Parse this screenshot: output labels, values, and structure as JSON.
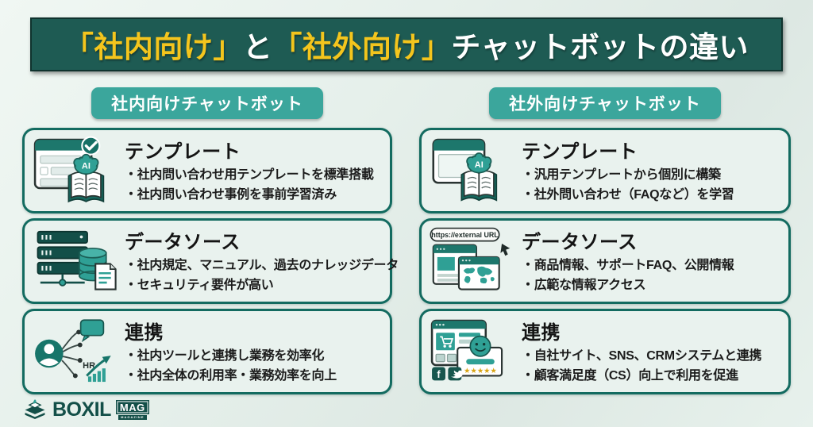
{
  "header": {
    "title_parts": [
      {
        "text": "「社内向け」",
        "style": "accent"
      },
      {
        "text": "と",
        "style": "white"
      },
      {
        "text": "「社外向け」",
        "style": "accent"
      },
      {
        "text": "チャットボットの違い",
        "style": "white"
      }
    ]
  },
  "columns": [
    {
      "id": "internal",
      "header": "社内向けチャットボット",
      "cards": [
        {
          "title": "テンプレート",
          "icon": "template-ai-book-check-icon",
          "bullets": [
            "・社内問い合わせ用テンプレートを標準搭載",
            "・社内問い合わせ事例を事前学習済み"
          ]
        },
        {
          "title": "データソース",
          "icon": "server-database-document-icon",
          "bullets": [
            "・社内規定、マニュアル、過去のナレッジデータ",
            "・セキュリティ要件が高い"
          ]
        },
        {
          "title": "連携",
          "icon": "user-network-hr-chart-icon",
          "bullets": [
            "・社内ツールと連携し業務を効率化",
            "・社内全体の利用率・業務効率を向上"
          ]
        }
      ]
    },
    {
      "id": "external",
      "header": "社外向けチャットボット",
      "cards": [
        {
          "title": "テンプレート",
          "icon": "template-ai-book-icon",
          "bullets": [
            "・汎用テンプレートから個別に構築",
            "・社外問い合わせ（FAQなど）を学習"
          ]
        },
        {
          "title": "データソース",
          "icon": "external-url-browser-map-icon",
          "bullets": [
            "・商品情報、サポートFAQ、公開情報",
            "・広範な情報アクセス"
          ]
        },
        {
          "title": "連携",
          "icon": "website-sns-review-icon",
          "bullets": [
            "・自社サイト、SNS、CRMシステムと連携",
            "・顧客満足度（CS）向上で利用を促進"
          ]
        }
      ]
    }
  ],
  "icon_labels": {
    "ai": "AI",
    "hr": "HR",
    "external_url": "https://external URL",
    "stars": "★★★★★",
    "facebook_f": "f"
  },
  "footer": {
    "logo_text": "BOXIL",
    "badge": "MAG",
    "badge_sub": "MAGAZINE"
  },
  "colors": {
    "header_bg": "#1e5b53",
    "accent_yellow": "#f4c51d",
    "pill_teal": "#3ba69c",
    "card_border": "#136b60",
    "card_bg": "#e9f2ee",
    "page_bg": "#e6f0eb",
    "logo_teal": "#134f48"
  }
}
